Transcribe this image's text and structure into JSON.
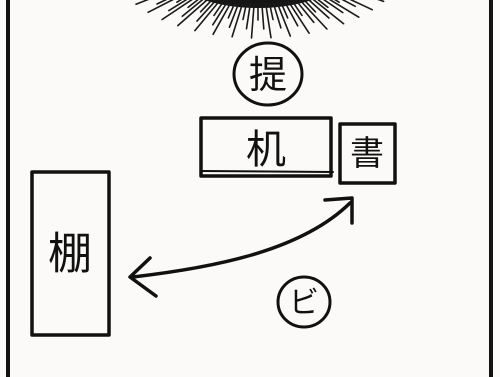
{
  "labels": {
    "circle_top": "提",
    "desk": "机",
    "book": "書",
    "shelf": "棚",
    "circle_bottom": "ビ"
  },
  "colors": {
    "ink": "#111111",
    "paper": "#fbfaf8"
  }
}
